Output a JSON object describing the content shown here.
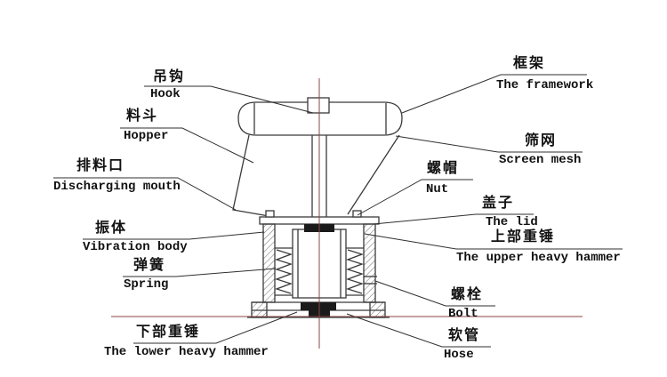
{
  "labels": {
    "hook": {
      "cn": "吊钩",
      "en": "Hook"
    },
    "hopper": {
      "cn": "料斗",
      "en": "Hopper"
    },
    "discharging_mouth": {
      "cn": "排料口",
      "en": "Discharging mouth"
    },
    "vibration_body": {
      "cn": "振体",
      "en": "Vibration body"
    },
    "spring": {
      "cn": "弹簧",
      "en": "Spring"
    },
    "lower_heavy_hammer": {
      "cn": "下部重锤",
      "en": "The lower heavy hammer"
    },
    "framework": {
      "cn": "框架",
      "en": "The framework"
    },
    "screen_mesh": {
      "cn": "筛网",
      "en": "Screen mesh"
    },
    "nut": {
      "cn": "螺帽",
      "en": "Nut"
    },
    "lid": {
      "cn": "盖子",
      "en": "The lid"
    },
    "upper_heavy_hammer": {
      "cn": "上部重锤",
      "en": "The upper heavy hammer"
    },
    "bolt": {
      "cn": "螺栓",
      "en": "Bolt"
    },
    "hose": {
      "cn": "软管",
      "en": "Hose"
    }
  },
  "colors": {
    "drawing_line": "#3a3a3a",
    "leader_line": "#2f2f2f",
    "centerline": "#8b4545",
    "text": "#111111",
    "background": "#ffffff"
  }
}
